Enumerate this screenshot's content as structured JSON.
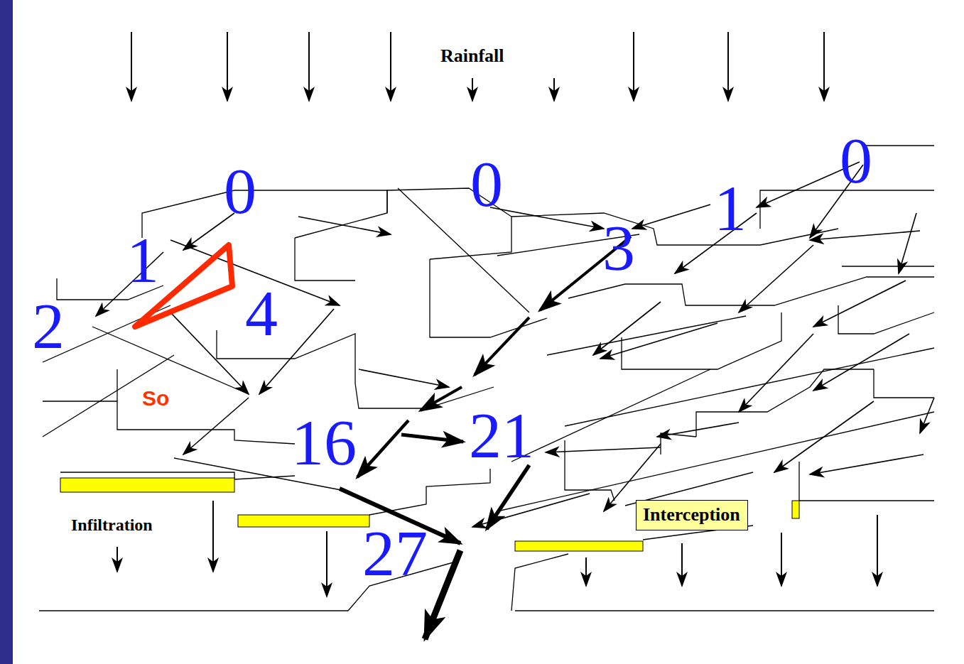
{
  "diagram": {
    "nodes": [
      {
        "text": [
          "Interception"
        ]
      }
    ],
    "labels": [
      "Rainfall",
      "0",
      "0",
      "1",
      "0",
      "1",
      "3",
      "2",
      "4",
      "So",
      "16",
      "21",
      "27",
      "Infiltration"
    ]
  }
}
